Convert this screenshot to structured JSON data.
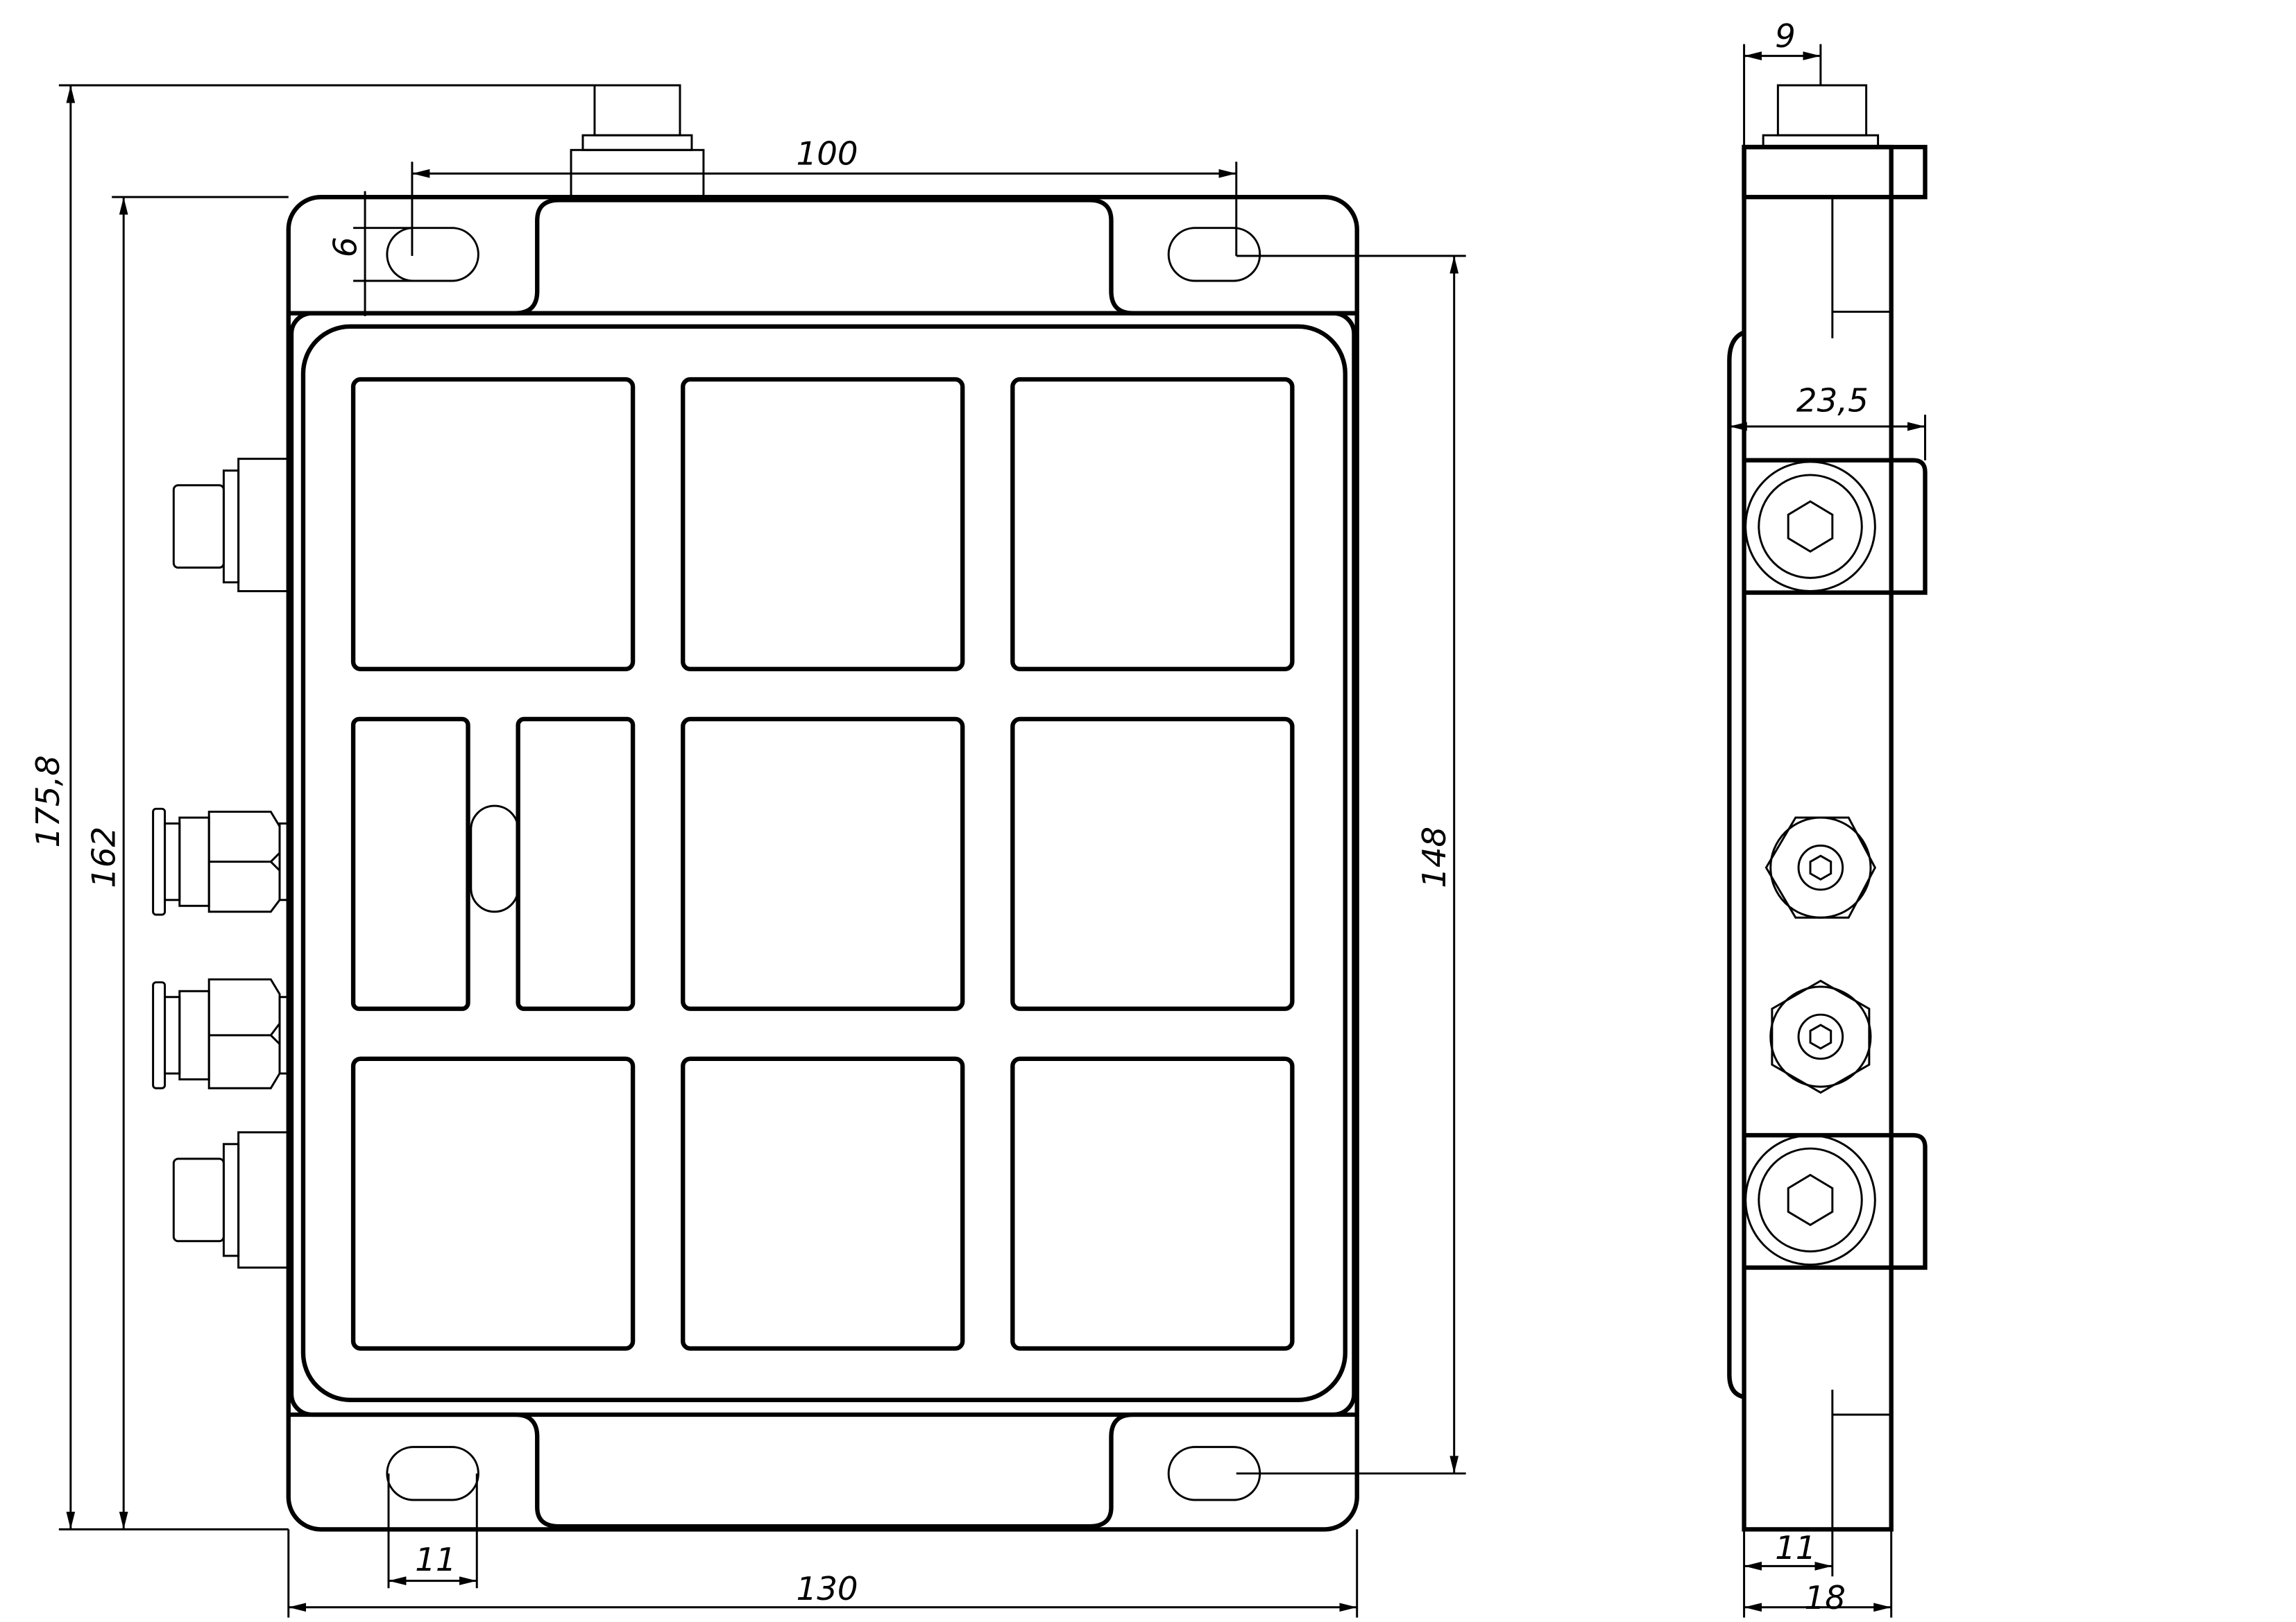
{
  "drawing": {
    "front_view": {
      "dimensions": {
        "overall_height": "175,8",
        "plate_height": "162",
        "hole_pitch_vertical": "148",
        "hole_pitch_horizontal": "100",
        "slot_width": "6",
        "slot_length": "11",
        "plate_width": "130"
      }
    },
    "side_view": {
      "dimensions": {
        "connector_offset": "9",
        "bracket_depth": "23,5",
        "bottom_offset": "11",
        "body_depth": "18"
      }
    }
  }
}
